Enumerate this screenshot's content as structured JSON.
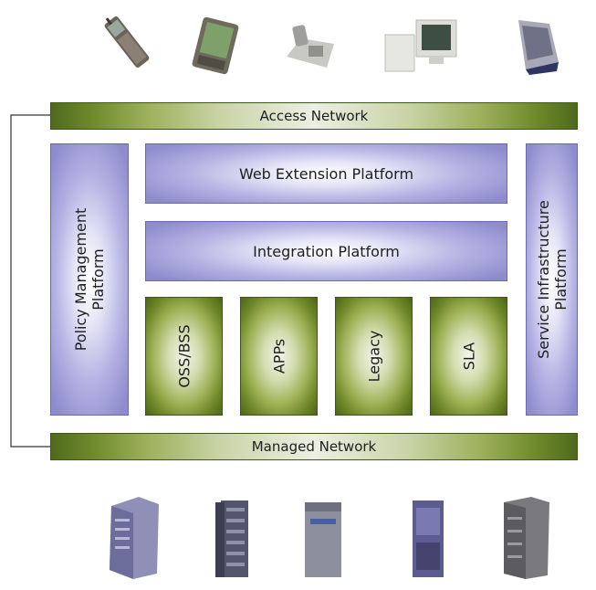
{
  "access_network": {
    "label": "Access Network"
  },
  "managed_network": {
    "label": "Managed Network"
  },
  "web_extension": {
    "label": "Web Extension Platform"
  },
  "integration": {
    "label": "Integration Platform"
  },
  "policy_management": {
    "line1": "Policy Management",
    "line2": "Platform"
  },
  "service_infrastructure": {
    "line1": "Service Infrastructure",
    "line2": "Platform"
  },
  "modules": [
    {
      "label": "OSS/BSS"
    },
    {
      "label": "APPs"
    },
    {
      "label": "Legacy"
    },
    {
      "label": "SLA"
    }
  ],
  "top_devices": [
    "mobile-phone-icon",
    "pda-icon",
    "desk-phone-icon",
    "desktop-computer-icon",
    "imac-icon"
  ],
  "bottom_devices": [
    "server-tower-icon",
    "server-tower-icon",
    "server-tower-icon",
    "server-tower-icon",
    "server-tower-icon"
  ],
  "colors": {
    "green_dark": "#4f6a1c",
    "green_light": "#ecefe2",
    "purple_edge": "#8e8ccd",
    "purple_light": "#ffffff"
  }
}
